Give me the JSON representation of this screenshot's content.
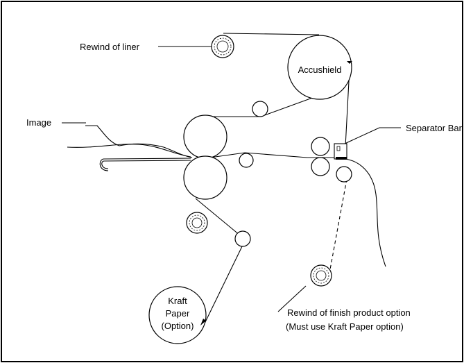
{
  "labels": {
    "rewind_liner": "Rewind of liner",
    "accushield": "Accushield",
    "image": "Image",
    "separator_bar": "Separator Bar",
    "kraft_line1": "Kraft",
    "kraft_line2": "Paper",
    "kraft_line3": "(Option)",
    "rewind_finish_line1": "Rewind of finish product option",
    "rewind_finish_line2": "(Must use Kraft Paper option)"
  }
}
